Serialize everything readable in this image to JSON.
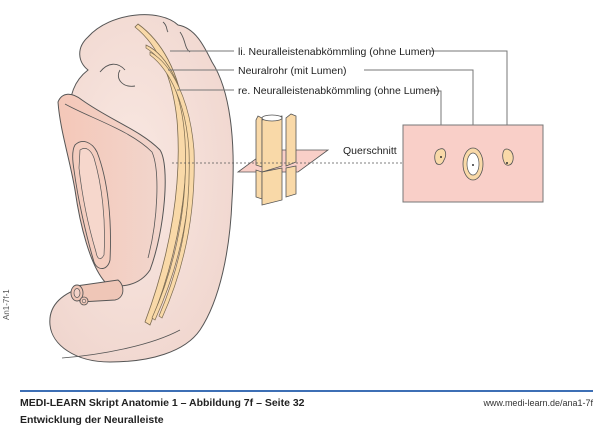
{
  "figure": {
    "labels": {
      "left_neural_crest": "li. Neuralleistenabkömmling (ohne Lumen)",
      "neural_tube": "Neuralrohr (mit Lumen)",
      "right_neural_crest": "re. Neuralleistenabkömmling (ohne Lumen)",
      "cross_section": "Querschnitt"
    },
    "colors": {
      "embryo_fill": "#f3ddd6",
      "embryo_shade": "#ecc7bb",
      "neural_fill": "#f9d9a8",
      "section_fill": "#f9cfc8",
      "outline": "#555555",
      "leader_line": "#777777"
    }
  },
  "side_code": "An1-7f-1",
  "footer": {
    "title": "MEDI-LEARN Skript Anatomie 1 – Abbildung 7f – Seite 32",
    "url": "www.medi-learn.de/ana1-7f",
    "subtitle": "Entwicklung der Neuralleiste",
    "rule_color": "#3d6fb5"
  }
}
